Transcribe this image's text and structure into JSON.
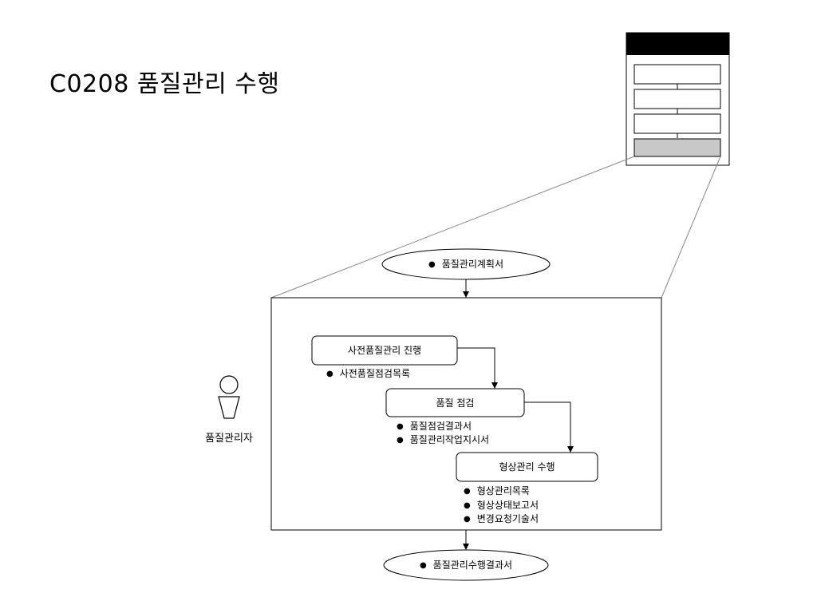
{
  "page": {
    "title": "C0208 품질관리 수행"
  },
  "diagram": {
    "input_document": "품질관리계획서",
    "output_document": "품질관리수행결과서",
    "actor": "품질관리자",
    "steps": [
      {
        "label": "사전품질관리 진행",
        "outputs": [
          "사전품질점검목록"
        ]
      },
      {
        "label": "품질 점검",
        "outputs": [
          "품질점검결과서",
          "품질관리작업지시서"
        ]
      },
      {
        "label": "형상관리 수행",
        "outputs": [
          "형상관리목록",
          "형상상태보고서",
          "변경요청기술서"
        ]
      }
    ]
  },
  "colors": {
    "line": "#000000",
    "zoom_line": "#888888",
    "header_bar": "#000000",
    "highlighted_step": "#c8c8c8"
  }
}
